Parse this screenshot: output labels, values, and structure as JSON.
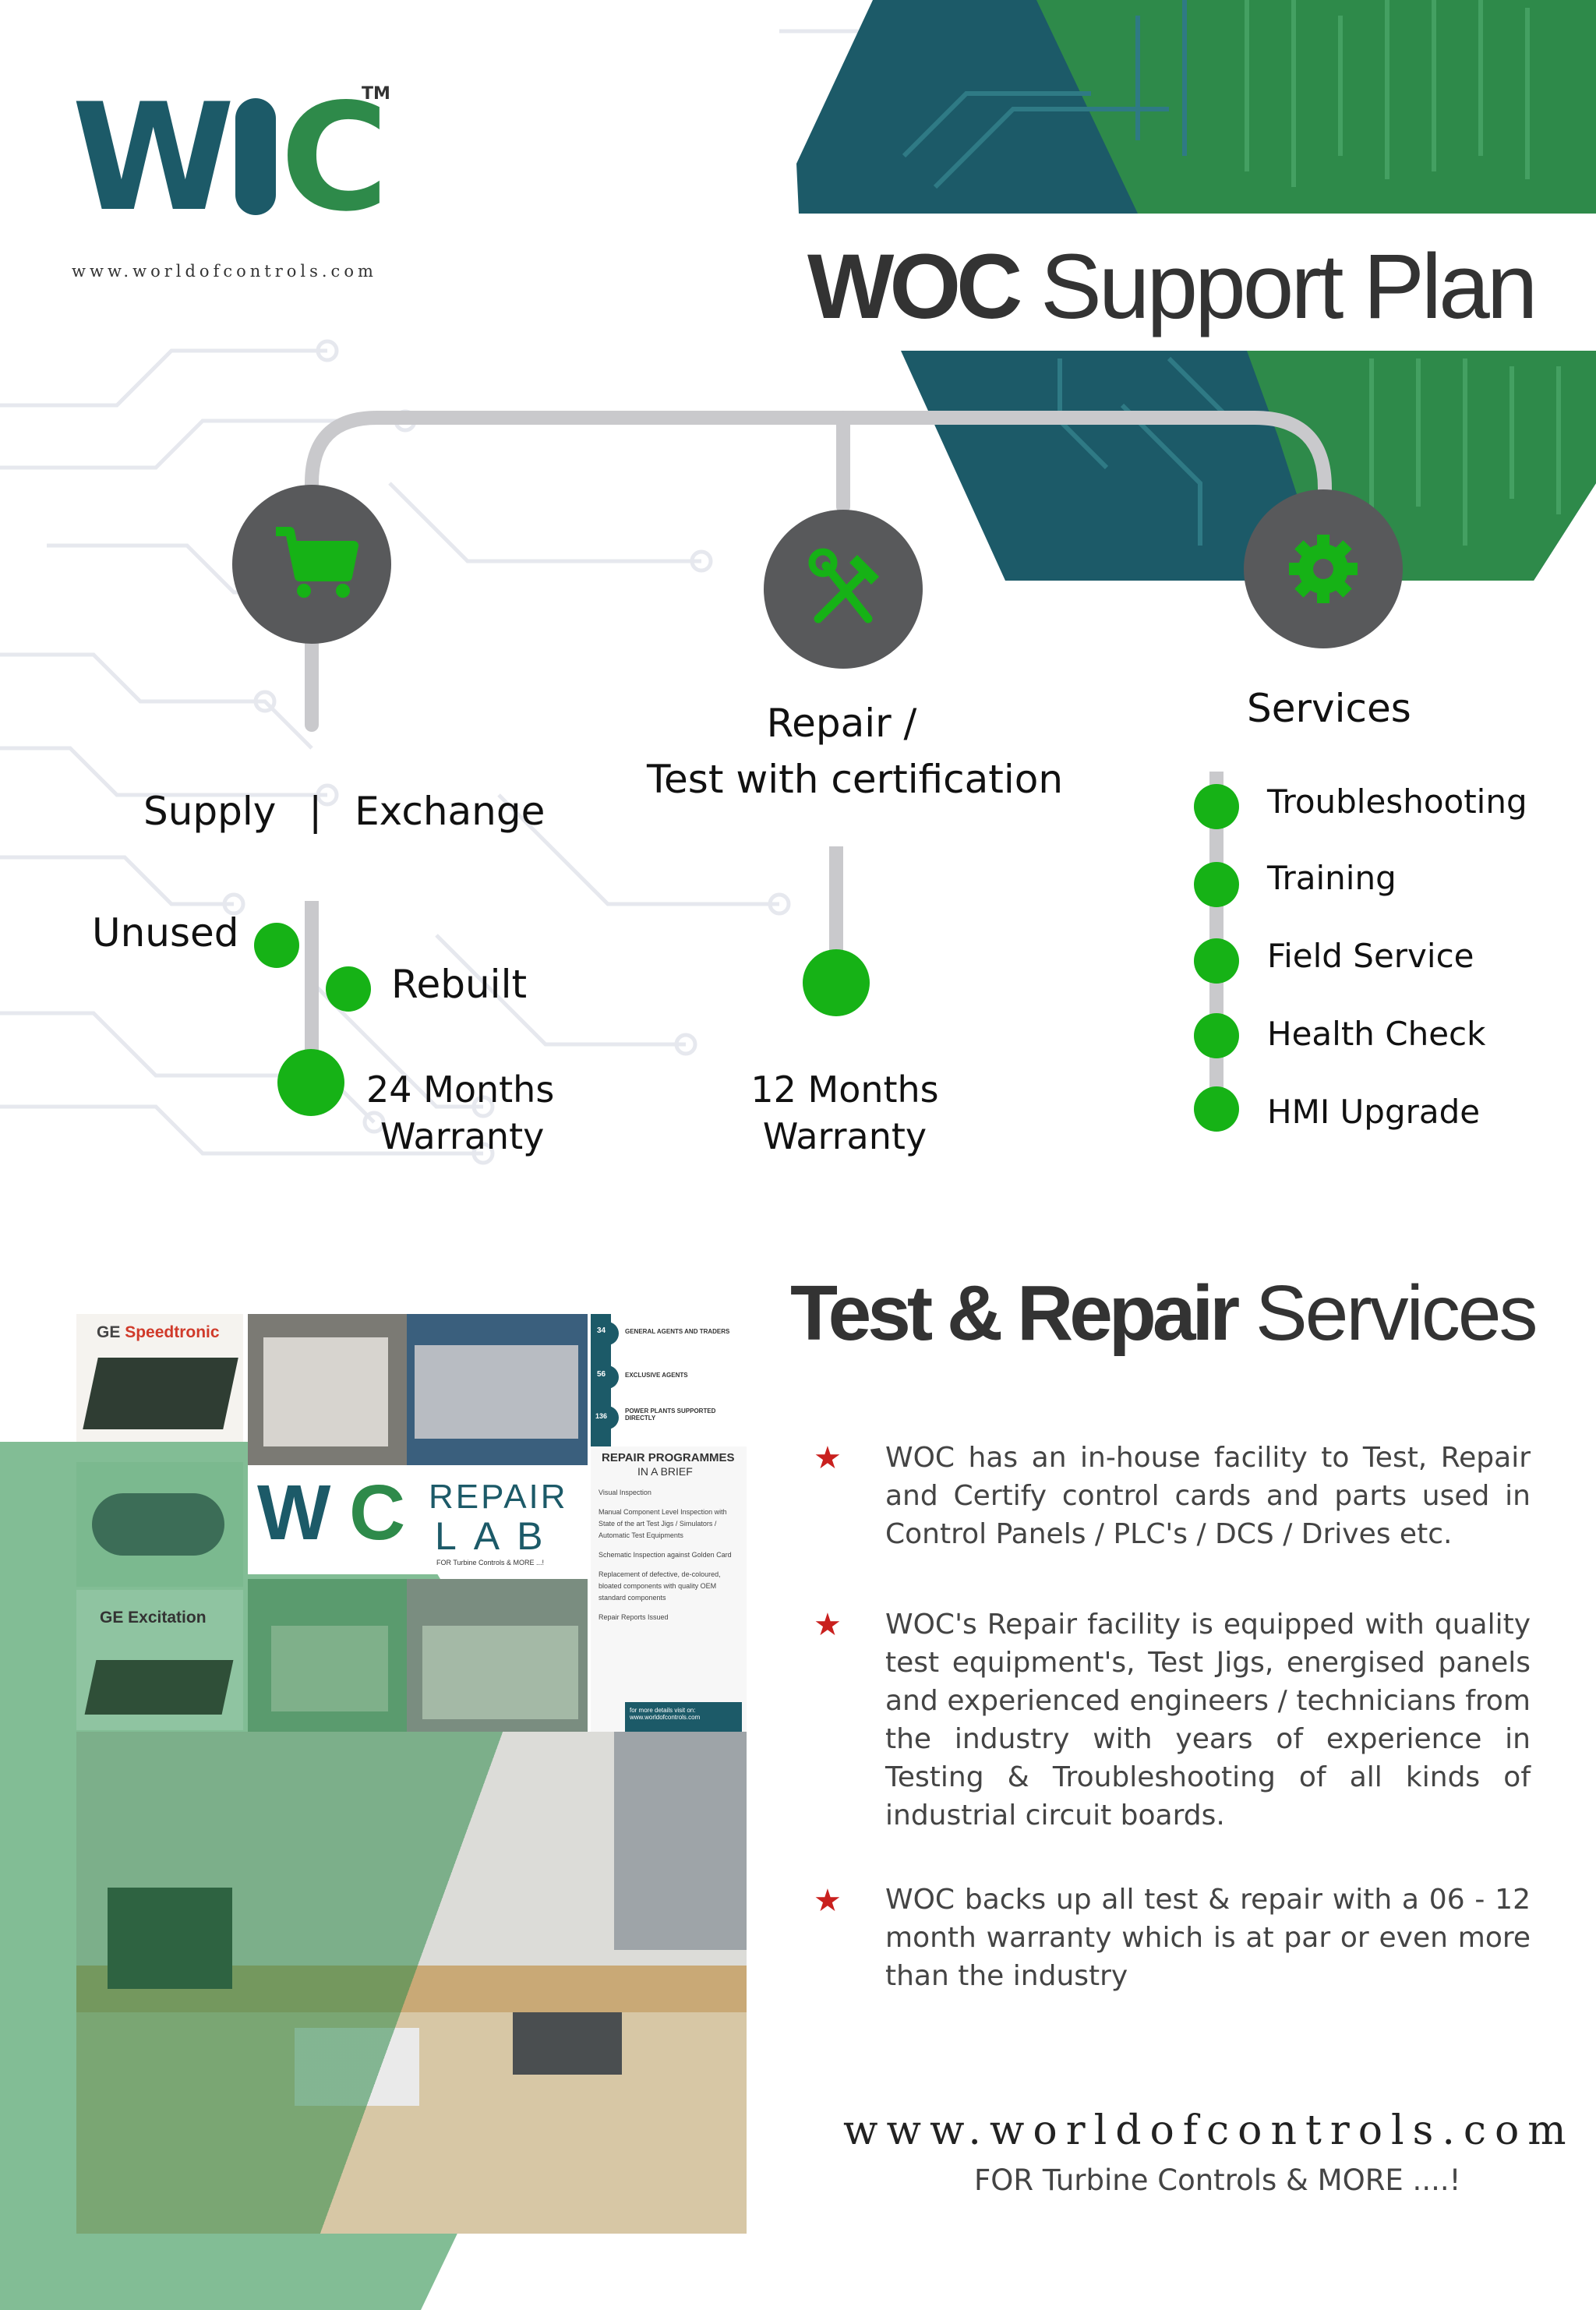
{
  "logo": {
    "letters_w": "W",
    "letters_c": "C",
    "tm": "TM",
    "url": "www.worldofcontrols.com"
  },
  "header": {
    "title_bold": "WOC",
    "title_rest": " Support Plan"
  },
  "plan": {
    "supply": {
      "icon": "shopping-cart-icon",
      "label_left": "Supply",
      "separator": "|",
      "label_right": "Exchange",
      "unused": "Unused",
      "rebuilt": "Rebuilt",
      "warranty_line1": "24 Months",
      "warranty_line2": "Warranty"
    },
    "repair": {
      "icon": "hammer-wrench-icon",
      "label_line1": "Repair /",
      "label_line2": "Test with certification",
      "warranty_line1": "12 Months",
      "warranty_line2": "Warranty"
    },
    "services": {
      "icon": "gear-icon",
      "label": "Services",
      "items": [
        "Troubleshooting",
        "Training",
        "Field Service",
        "Health Check",
        "HMI Upgrade"
      ]
    }
  },
  "collage": {
    "ge_speedtronic_prefix": "GE ",
    "ge_speedtronic": "Speedtronic",
    "ge_excitation": "GE Excitation",
    "repair_lab_top": "REPAIR",
    "repair_lab_bottom": "LAB",
    "repair_lab_sub": "FOR Turbine Controls & MORE ...!",
    "programmes_title": "REPAIR PROGRAMMES",
    "programmes_sub": "IN A BRIEF",
    "stats": [
      {
        "num": "34",
        "text": "GENERAL AGENTS AND TRADERS"
      },
      {
        "num": "56",
        "text": "EXCLUSIVE AGENTS"
      },
      {
        "num": "136",
        "text": "POWER PLANTS SUPPORTED DIRECTLY"
      }
    ],
    "steps": [
      "Visual Inspection",
      "Manual Component Level Inspection with State of the art Test Jigs / Simulators / Automatic Test Equipments",
      "Schematic Inspection against Golden Card",
      "Replacement of defective, de-coloured, bloated components with quality OEM standard components",
      "Repair Reports Issued"
    ],
    "more_details": "for more details visit on: www.worldofcontrols.com"
  },
  "section2": {
    "title_bold": "Test & Repair",
    "title_rest": " Services",
    "bullets": [
      "WOC has an in-house facility to Test, Repair and Certify control cards and parts used in Control Panels / PLC's / DCS / Drives etc.",
      "WOC's Repair facility is equipped with quality test equipment's, Test Jigs, energised panels and experienced engineers / technicians from the industry with years of experience in Testing & Troubleshooting of all kinds of industrial circuit boards.",
      "WOC backs up all test & repair with a 06 - 12 month warranty which is at par or even more than the industry"
    ]
  },
  "footer": {
    "url": "www.worldofcontrols.com",
    "tagline": "FOR Turbine Controls & MORE ....!"
  },
  "colors": {
    "teal": "#1c5a68",
    "green": "#2e8a4a",
    "dot_green": "#16b216",
    "circle_gray": "#58595b",
    "star_red": "#c9201e"
  }
}
